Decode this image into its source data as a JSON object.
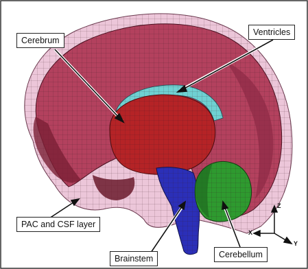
{
  "labels": {
    "cerebrum": "Cerebrum",
    "ventricles": "Ventricles",
    "pac_csf": "PAC and CSF layer",
    "brainstem": "Brainstem",
    "cerebellum": "Cerebellum"
  },
  "axes": {
    "z": "Z",
    "x": "X",
    "y": "Y"
  },
  "colors": {
    "pac_layer": "#e7b8cf",
    "cerebrum_outer": "#b3415e",
    "cerebrum_core": "#b52326",
    "ventricles": "#6fd1d2",
    "brainstem": "#2b2fb8",
    "cerebellum": "#2e9a2f",
    "mesh_line": "#3a1a22"
  }
}
